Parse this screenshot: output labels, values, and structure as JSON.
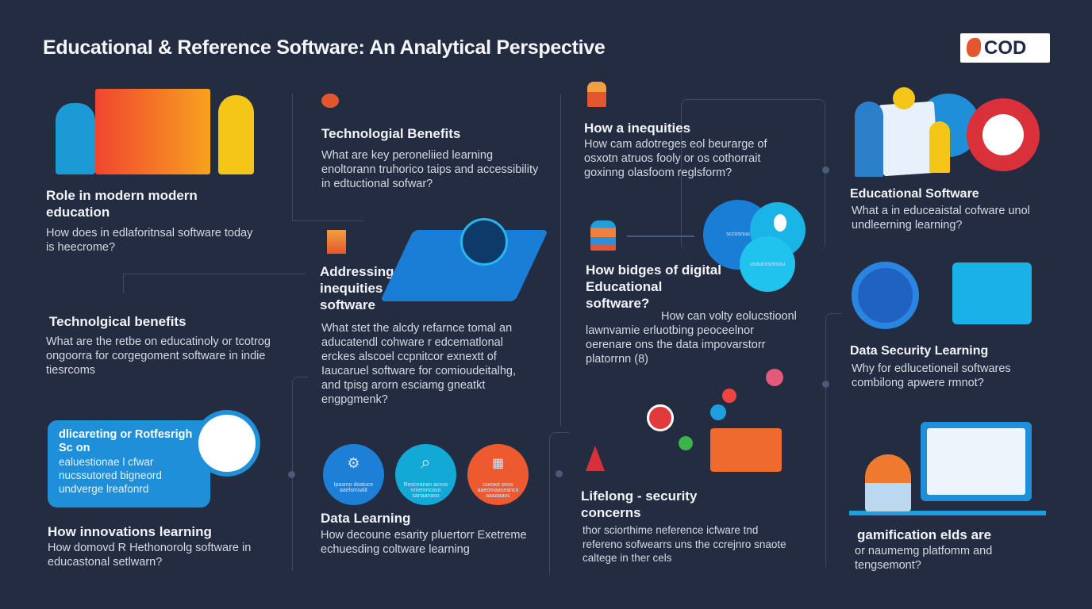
{
  "header": {
    "title": "Educational & Reference Software:   An Analytical Perspective",
    "logo_text": "COD"
  },
  "colors": {
    "background": "#232c40",
    "accent_blue": "#1e8fd8",
    "accent_cyan": "#12a9d6",
    "accent_orange": "#ee5a2f",
    "accent_red": "#d9303a"
  },
  "column1": [
    {
      "heading": "Role in modern modern education",
      "body": "How does in edlaforitnsal software today is heecrome?"
    },
    {
      "heading": "Technolgical benefits",
      "body": "What are the retbe on educatinoly or tcotrog ongoorra for corgegoment software in indie tiesrcoms"
    },
    {
      "heading": "How innovations learning",
      "body": "How domovd R Hethonorolg software in educastonal setlwarn?"
    }
  ],
  "blue_card": {
    "heading": "dlicareting  or Rotfesrigh Sc on",
    "body": "ealuestionae l cfwar nucssutored bigneord undverge lreafonrd"
  },
  "column2": [
    {
      "heading": "Technologial Benefits",
      "body": "What are key peroneliied learning enoltorann truhorico taips and accessibility in edtuctional sofwar?"
    },
    {
      "heading": "Addressing inequities software",
      "body": "What stet the alcdy refarnce tomal an aducatendl cohware r edcematlonal erckes alscoel ccpnitcor exnextt of Iaucaruel software for comioudeitalhg, and tpisg arorn esciamg gneatkt engpgmenk?"
    },
    {
      "heading": "Data Learning",
      "body": "How decoune esarity pluertorr Exetreme echuesding coltware learning"
    }
  ],
  "circles": [
    {
      "icon": "gear-cluster-icon",
      "label": "Ipasmo doatuce aaelsmsalit"
    },
    {
      "icon": "search-icon",
      "label": "Reoceanan acsos nmemncaso sanaanaso"
    },
    {
      "icon": "data-grid-icon",
      "label": "ooeaot seos aaeomaaseanco aaaaaaoc"
    }
  ],
  "column3": [
    {
      "heading": "How a inequities",
      "body": "How cam adotreges eol beurarge of osxotn atruos fooly or os cothorrait goxinng olasfoom reglsform?"
    },
    {
      "heading": "How bidges of digital Educational software?",
      "body": "How can volty eolucstioonl lawnvamie erluotbing peoceelnor oerenare ons the data impovarstorr platorrnn (8)"
    },
    {
      "heading": "Lifelong - security concerns",
      "body": "thor sciorthime neference icfware tnd refereno sofwearrs uns the ccrejnro snaote caltege in ther cels"
    }
  ],
  "venn": {
    "label_a": "sccosnuu",
    "label_b": "usaucosoroou"
  },
  "column4": [
    {
      "heading": "Educational Software",
      "body": "What a in educeaistal cofware unol undleerning learning?"
    },
    {
      "heading": "Data Security Learning",
      "body": "Why for edlucetioneil softwares combilong apwere rmnot?"
    },
    {
      "heading": "gamification elds are",
      "body": "or naumemg platfomm and tengsemont?"
    }
  ]
}
